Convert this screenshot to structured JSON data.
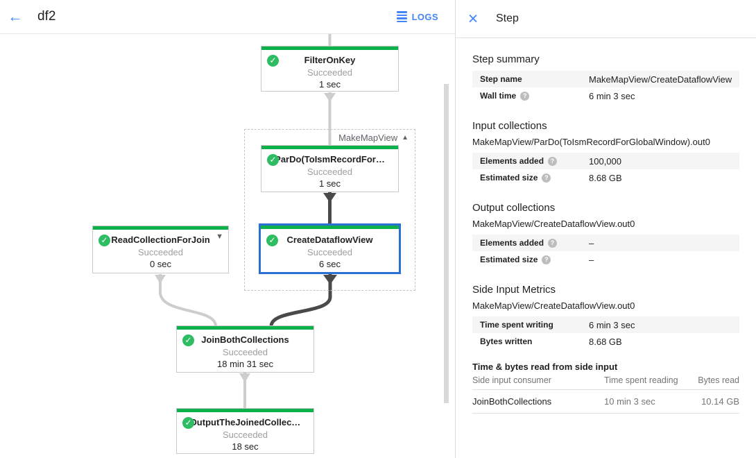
{
  "topbar": {
    "title": "df2",
    "logs_label": "LOGS"
  },
  "graph": {
    "group_label": "MakeMapView",
    "nodes": [
      {
        "title": "FilterOnKey",
        "status": "Succeeded",
        "time": "1 sec"
      },
      {
        "title": "ParDo(ToIsmRecordFor…",
        "status": "Succeeded",
        "time": "1 sec"
      },
      {
        "title": "CreateDataflowView",
        "status": "Succeeded",
        "time": "6 sec",
        "selected": true
      },
      {
        "title": "ReadCollectionForJoin",
        "status": "Succeeded",
        "time": "0 sec"
      },
      {
        "title": "JoinBothCollections",
        "status": "Succeeded",
        "time": "18 min 31 sec"
      },
      {
        "title": "OutputTheJoinedCollec…",
        "status": "Succeeded",
        "time": "18 sec"
      }
    ]
  },
  "panel": {
    "title": "Step",
    "step_summary": {
      "heading": "Step summary",
      "rows": [
        {
          "label": "Step name",
          "value": "MakeMapView/CreateDataflowView"
        },
        {
          "label": "Wall time",
          "value": "6 min 3 sec"
        }
      ]
    },
    "input_collections": {
      "heading": "Input collections",
      "subtitle": "MakeMapView/ParDo(ToIsmRecordForGlobalWindow).out0",
      "rows": [
        {
          "label": "Elements added",
          "value": "100,000"
        },
        {
          "label": "Estimated size",
          "value": "8.68 GB"
        }
      ]
    },
    "output_collections": {
      "heading": "Output collections",
      "subtitle": "MakeMapView/CreateDataflowView.out0",
      "rows": [
        {
          "label": "Elements added",
          "value": "–"
        },
        {
          "label": "Estimated size",
          "value": "–"
        }
      ]
    },
    "side_input_metrics": {
      "heading": "Side Input Metrics",
      "subtitle": "MakeMapView/CreateDataflowView.out0",
      "rows": [
        {
          "label": "Time spent writing",
          "value": "6 min 3 sec"
        },
        {
          "label": "Bytes written",
          "value": "8.68 GB"
        }
      ]
    },
    "side_input_table": {
      "heading": "Time & bytes read from side input",
      "columns": [
        "Side input consumer",
        "Time spent reading",
        "Bytes read"
      ],
      "rows": [
        [
          "JoinBothCollections",
          "10 min 3 sec",
          "10.14 GB"
        ]
      ]
    }
  },
  "colors": {
    "accent_blue": "#4285f4",
    "success_green": "#0db14b",
    "selected_border_blue": "#2a6fd4",
    "edge_light": "#cdcdcd",
    "edge_dark": "#4a4a4a"
  }
}
